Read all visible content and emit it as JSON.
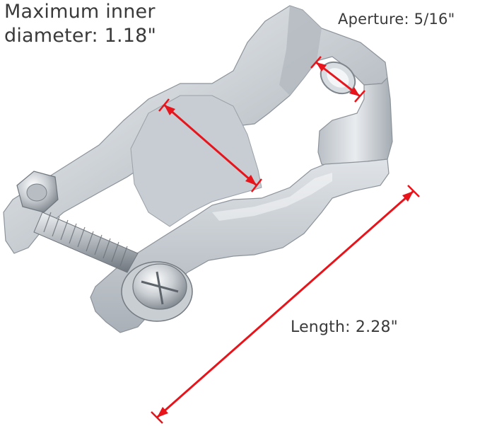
{
  "annotations": {
    "diameter": {
      "line1": "Maximum inner",
      "line2": "diameter: 1.18\""
    },
    "aperture": "Aperture: 5/16\"",
    "length": "Length: 2.28\""
  },
  "colors": {
    "background": "#ffffff",
    "dimension_line": "#e8141b",
    "text": "#3a3a3a",
    "metal_light": "#e6e9ec",
    "metal_mid": "#c3c8cd",
    "metal_dark": "#8f969d"
  }
}
